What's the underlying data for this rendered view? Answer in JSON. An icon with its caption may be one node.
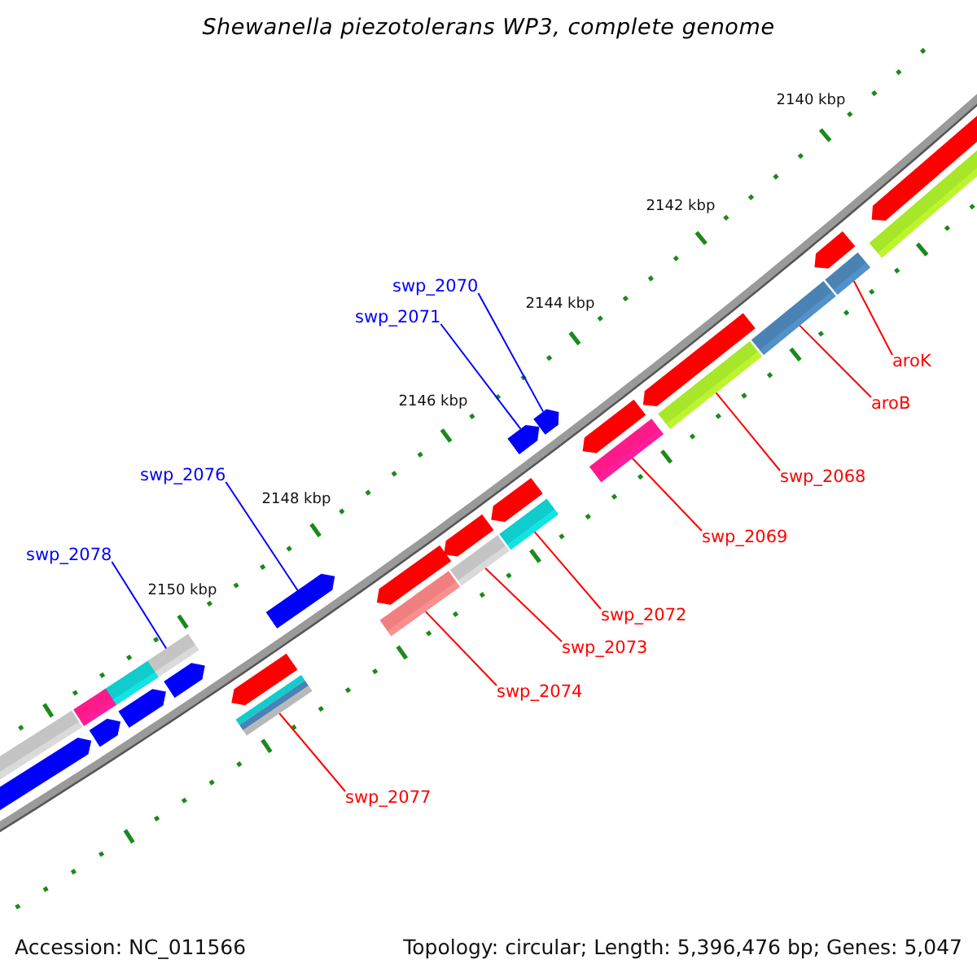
{
  "diagram": {
    "title": "Shewanella piezotolerans WP3, complete genome",
    "nodes": [
      {
        "text": [
          "swp_2070"
        ]
      },
      {
        "text": [
          "swp_2071"
        ]
      },
      {
        "text": [
          "aroK"
        ]
      },
      {
        "text": [
          "aroB"
        ]
      },
      {
        "text": [
          "swp_2076"
        ]
      },
      {
        "text": [
          "swp_2068"
        ]
      },
      {
        "text": [
          "swp_2069"
        ]
      },
      {
        "text": [
          "swp_2078"
        ]
      },
      {
        "text": [
          "swp_2072"
        ]
      },
      {
        "text": [
          "swp_2073"
        ]
      },
      {
        "text": [
          "swp_2074"
        ]
      },
      {
        "text": [
          "swp_2077"
        ]
      },
      {
        "text": [],
        "shape": "arrow"
      },
      {
        "text": [],
        "shape": "arrow"
      },
      {
        "text": [],
        "shape": "arrow"
      },
      {
        "text": [],
        "shape": "arrow"
      },
      {
        "text": [],
        "shape": "arrow"
      },
      {
        "text": [],
        "shape": "arrow"
      },
      {
        "text": [],
        "shape": "arrow"
      },
      {
        "text": [],
        "shape": "arrow"
      },
      {
        "text": [],
        "shape": "bar"
      },
      {
        "text": [],
        "shape": "bar"
      },
      {
        "text": [],
        "shape": "bar"
      },
      {
        "text": [],
        "shape": "bar"
      },
      {
        "text": [],
        "shape": "bar"
      },
      {
        "text": [],
        "shape": "bar"
      },
      {
        "text": [],
        "shape": "bar"
      },
      {
        "text": [],
        "shape": "bar"
      },
      {
        "text": [],
        "shape": "bar"
      },
      {
        "text": [],
        "shape": "arrow"
      },
      {
        "text": [],
        "shape": "arrow"
      },
      {
        "text": [],
        "shape": "arrow"
      },
      {
        "text": [],
        "shape": "arrow"
      },
      {
        "text": [],
        "shape": "arrow"
      },
      {
        "text": [],
        "shape": "arrow"
      },
      {
        "text": [],
        "shape": "arrow"
      },
      {
        "text": [],
        "shape": "bar"
      },
      {
        "text": [],
        "shape": "bar"
      },
      {
        "text": [],
        "shape": "bar"
      },
      {
        "text": [],
        "shape": "bar"
      }
    ],
    "edges": [
      {
        "from": 0,
        "to": 29,
        "arrow": "none",
        "color": "#0000ff"
      },
      {
        "from": 1,
        "to": 30,
        "arrow": "none",
        "color": "#0000ff"
      },
      {
        "from": 2,
        "to": 21,
        "arrow": "none"
      },
      {
        "from": 3,
        "to": 22,
        "arrow": "none"
      },
      {
        "from": 4,
        "to": 31,
        "arrow": "none",
        "color": "#0000ff"
      },
      {
        "from": 5,
        "to": 23,
        "arrow": "none"
      },
      {
        "from": 6,
        "to": 24,
        "arrow": "none"
      },
      {
        "from": 7,
        "to": 36,
        "arrow": "none",
        "color": "#0000ff"
      },
      {
        "from": 8,
        "to": 25,
        "arrow": "none"
      },
      {
        "from": 9,
        "to": 26,
        "arrow": "none"
      },
      {
        "from": 10,
        "to": 27,
        "arrow": "none"
      },
      {
        "from": 11,
        "to": 28,
        "arrow": "none"
      }
    ],
    "labels": [
      "2140 kbp",
      "2142 kbp",
      "2144 kbp",
      "2146 kbp",
      "2148 kbp",
      "2150 kbp",
      "Accession: NC_011566",
      "Topology: circular; Length: 5,396,476 bp; Genes: 5,047"
    ]
  }
}
